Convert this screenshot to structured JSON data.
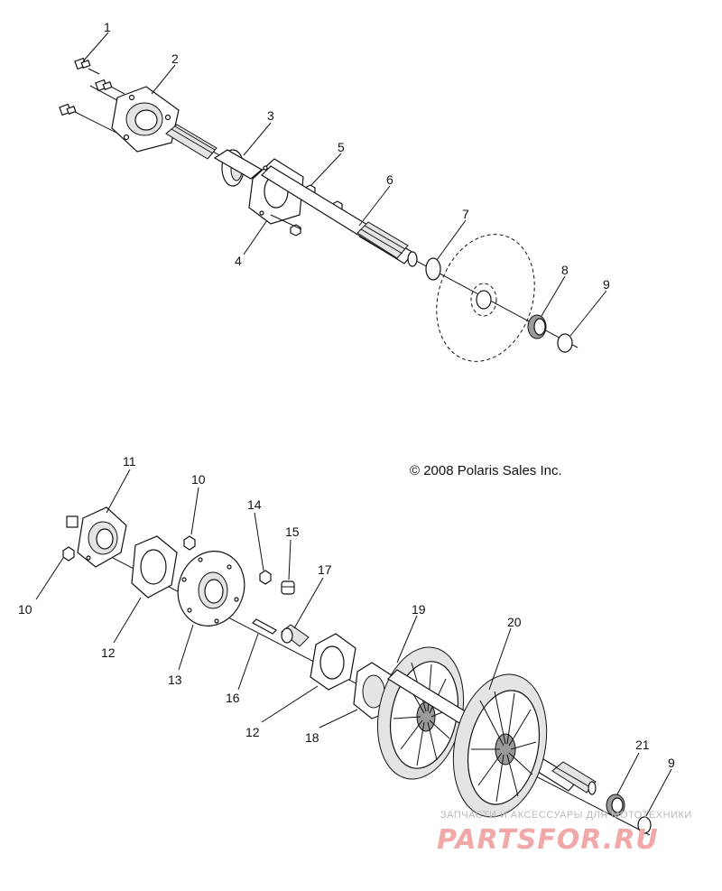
{
  "copyright": "© 2008 Polaris Sales Inc.",
  "watermark": {
    "line1": "ЗАПЧАСТИ И АКСЕССУАРЫ ДЛЯ МОТОТЕХНИКИ",
    "line2": "PARTSFOR.RU"
  },
  "callouts": [
    {
      "id": "c1",
      "label": "1"
    },
    {
      "id": "c2",
      "label": "2"
    },
    {
      "id": "c3",
      "label": "3"
    },
    {
      "id": "c4",
      "label": "4"
    },
    {
      "id": "c5",
      "label": "5"
    },
    {
      "id": "c6",
      "label": "6"
    },
    {
      "id": "c7",
      "label": "7"
    },
    {
      "id": "c8",
      "label": "8"
    },
    {
      "id": "c9a",
      "label": "9"
    },
    {
      "id": "c10a",
      "label": "10"
    },
    {
      "id": "c10b",
      "label": "10"
    },
    {
      "id": "c11",
      "label": "11"
    },
    {
      "id": "c12a",
      "label": "12"
    },
    {
      "id": "c12b",
      "label": "12"
    },
    {
      "id": "c13",
      "label": "13"
    },
    {
      "id": "c14",
      "label": "14"
    },
    {
      "id": "c15",
      "label": "15"
    },
    {
      "id": "c16",
      "label": "16"
    },
    {
      "id": "c17",
      "label": "17"
    },
    {
      "id": "c18",
      "label": "18"
    },
    {
      "id": "c19",
      "label": "19"
    },
    {
      "id": "c20",
      "label": "20"
    },
    {
      "id": "c21",
      "label": "21"
    },
    {
      "id": "c9b",
      "label": "9"
    }
  ]
}
